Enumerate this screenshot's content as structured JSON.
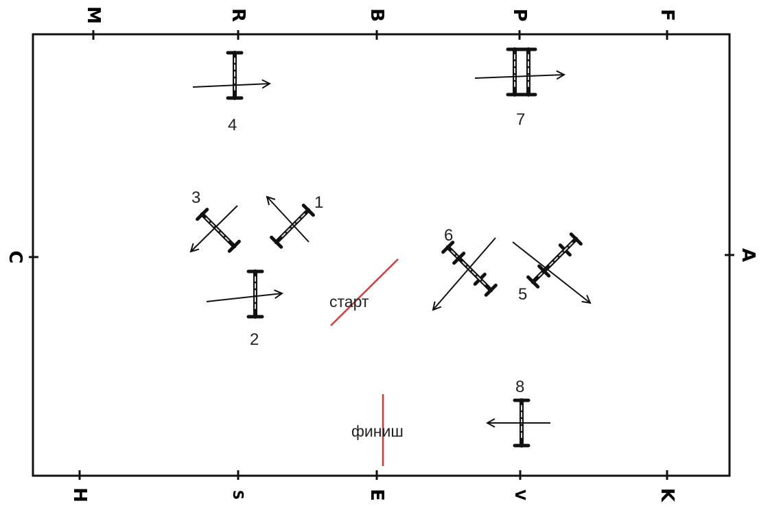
{
  "arena": {
    "top_markers": [
      "M",
      "R",
      "B",
      "P",
      "F"
    ],
    "bottom_markers": [
      "H",
      "S",
      "E",
      "V",
      "K"
    ],
    "left_marker": "C",
    "right_marker": "A"
  },
  "obstacles": [
    {
      "number": "1"
    },
    {
      "number": "2"
    },
    {
      "number": "3"
    },
    {
      "number": "4"
    },
    {
      "number": "5"
    },
    {
      "number": "6"
    },
    {
      "number": "7"
    },
    {
      "number": "8"
    }
  ],
  "lines": {
    "start_label": "старт",
    "finish_label": "финиш",
    "color": "#d63a3a"
  }
}
